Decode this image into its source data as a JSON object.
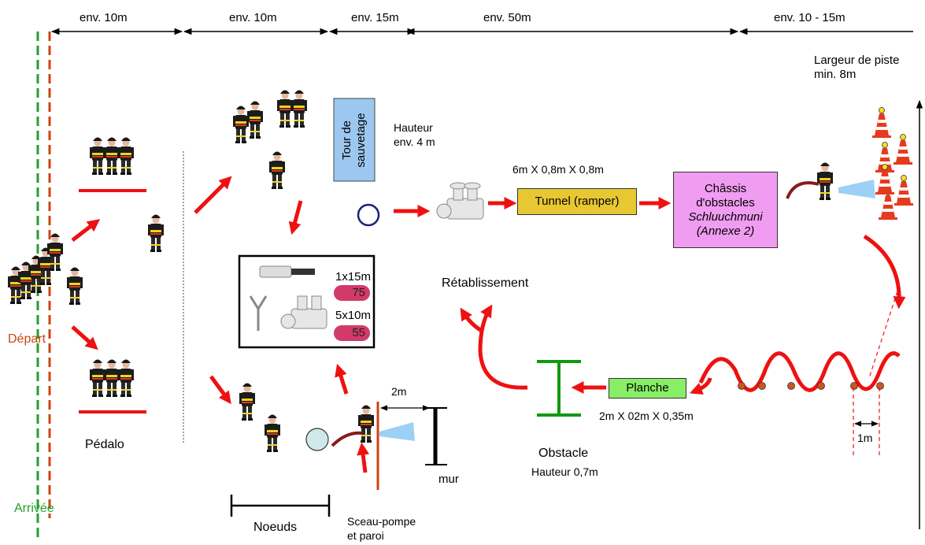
{
  "distances": [
    "env. 10m",
    "env. 10m",
    "env. 15m",
    "env. 50m",
    "env. 10 - 15m"
  ],
  "track_width": {
    "line1": "Largeur de piste",
    "line2": "min. 8m"
  },
  "start_label": "Départ",
  "finish_label": "Arrivée",
  "pedalo_label": "Pédalo",
  "rescue_tower": {
    "line1": "Tour de",
    "line2": "sauvetage"
  },
  "tower_height": {
    "line1": "Hauteur",
    "line2": "env. 4 m"
  },
  "tunnel": {
    "dims": "6m X 0,8m X 0,8m",
    "label": "Tunnel (ramper)"
  },
  "obstacle_frame": {
    "line1": "Châssis",
    "line2": "d'obstacles",
    "line3": "Schluuchmuni",
    "line4": "(Annexe 2)"
  },
  "equipment": {
    "hose1_count": "1x15m",
    "hose1_badge": "75",
    "hose2_count": "5x10m",
    "hose2_badge": "55"
  },
  "reestablishment_label": "Rétablissement",
  "plank": {
    "label": "Planche",
    "dims": "2m X 02m X 0,35m"
  },
  "obstacle": {
    "label": "Obstacle",
    "height": "Hauteur 0,7m"
  },
  "slalom_spacing": "1m",
  "wall": {
    "distance": "2m",
    "label": "mur"
  },
  "knots_label": "Noeuds",
  "bucket_pump": {
    "line1": "Sceau-pompe",
    "line2": "et paroi"
  },
  "colors": {
    "arrow": "#ee1111",
    "start_line": "#cc4411",
    "finish_line": "#22a02a",
    "tower_fill": "#9cc8f0",
    "tunnel_fill": "#e8c832",
    "frame_fill": "#f09cf0",
    "plank_fill": "#88ee66",
    "obstacle_green": "#119911",
    "slalom_pole": "#cc5522"
  }
}
